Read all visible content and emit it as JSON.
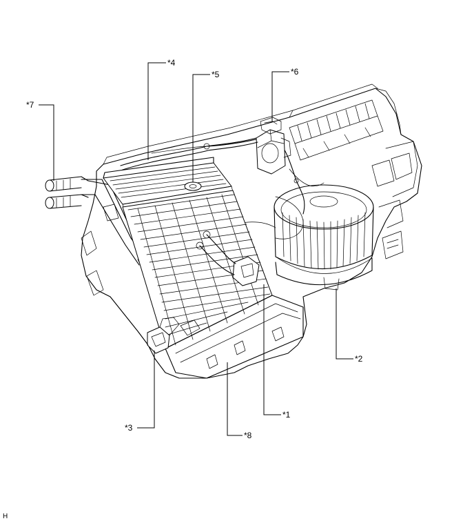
{
  "callouts": [
    {
      "id": "c1",
      "label": "*1"
    },
    {
      "id": "c2",
      "label": "*2"
    },
    {
      "id": "c3",
      "label": "*3"
    },
    {
      "id": "c4",
      "label": "*4"
    },
    {
      "id": "c5",
      "label": "*5"
    },
    {
      "id": "c6",
      "label": "*6"
    },
    {
      "id": "c7",
      "label": "*7"
    },
    {
      "id": "c8",
      "label": "*8"
    }
  ],
  "corner_mark": "H"
}
